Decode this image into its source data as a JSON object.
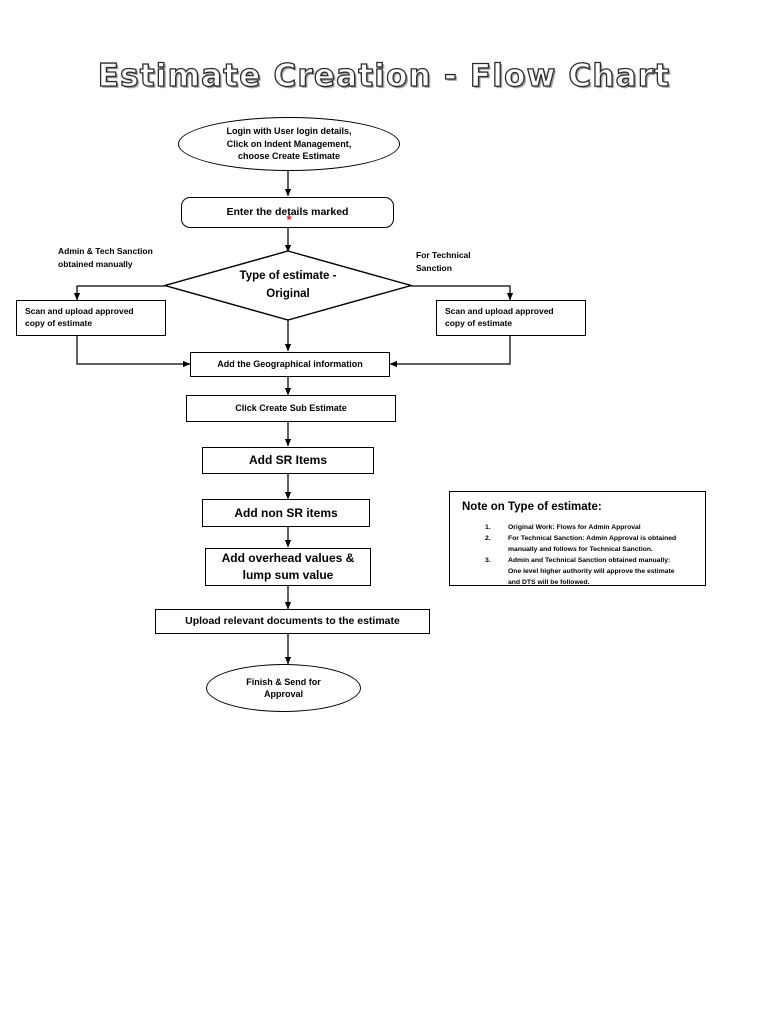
{
  "page": {
    "title": "Estimate Creation - Flow Chart"
  },
  "flow": {
    "start": {
      "shape": "oval",
      "lines": [
        "Login with User login details,",
        "Click on Indent Management,",
        "choose Create Estimate"
      ]
    },
    "enter_details": {
      "shape": "rounded-rect",
      "label": "Enter the details marked",
      "marker": "*",
      "marker_color": "#e8121a"
    },
    "decision": {
      "shape": "diamond",
      "lines": [
        "Type of estimate -",
        "Original"
      ]
    },
    "branch_left_label": {
      "lines": [
        "Admin & Tech Sanction",
        "obtained manually"
      ]
    },
    "branch_right_label": {
      "lines": [
        "For Technical",
        "Sanction"
      ]
    },
    "scan_left": {
      "shape": "rect",
      "lines": [
        "Scan and upload approved",
        "copy of estimate"
      ]
    },
    "scan_right": {
      "shape": "rect",
      "lines": [
        "Scan and upload approved",
        "copy of estimate"
      ]
    },
    "geo_info": {
      "shape": "rect",
      "label": "Add the Geographical information"
    },
    "create_sub_estimate": {
      "shape": "rect",
      "label": "Click Create Sub Estimate"
    },
    "add_sr_items": {
      "shape": "rect",
      "label": "Add SR Items"
    },
    "add_non_sr_items": {
      "shape": "rect",
      "label": "Add non SR items"
    },
    "add_overhead": {
      "shape": "rect",
      "lines": [
        "Add overhead values &",
        "lump sum value"
      ]
    },
    "upload_documents": {
      "shape": "rect",
      "label": "Upload relevant documents to the estimate"
    },
    "finish": {
      "shape": "oval",
      "lines": [
        "Finish & Send for",
        "Approval"
      ]
    }
  },
  "note": {
    "title": "Note on Type of estimate:",
    "items": [
      {
        "number": "1.",
        "lines": [
          "Original  Work: Flows for Admin Approval"
        ]
      },
      {
        "number": "2.",
        "lines": [
          "For Technical Sanction: Admin Approval is obtained",
          "manually and follows for Technical Sanction."
        ]
      },
      {
        "number": "3.",
        "lines": [
          "Admin and Technical Sanction obtained manually:",
          "One level higher authority will approve the estimate",
          "and DTS will be followed."
        ]
      }
    ]
  },
  "colors": {
    "stroke": "#000000",
    "background": "#ffffff",
    "accent_red": "#e8121a"
  }
}
